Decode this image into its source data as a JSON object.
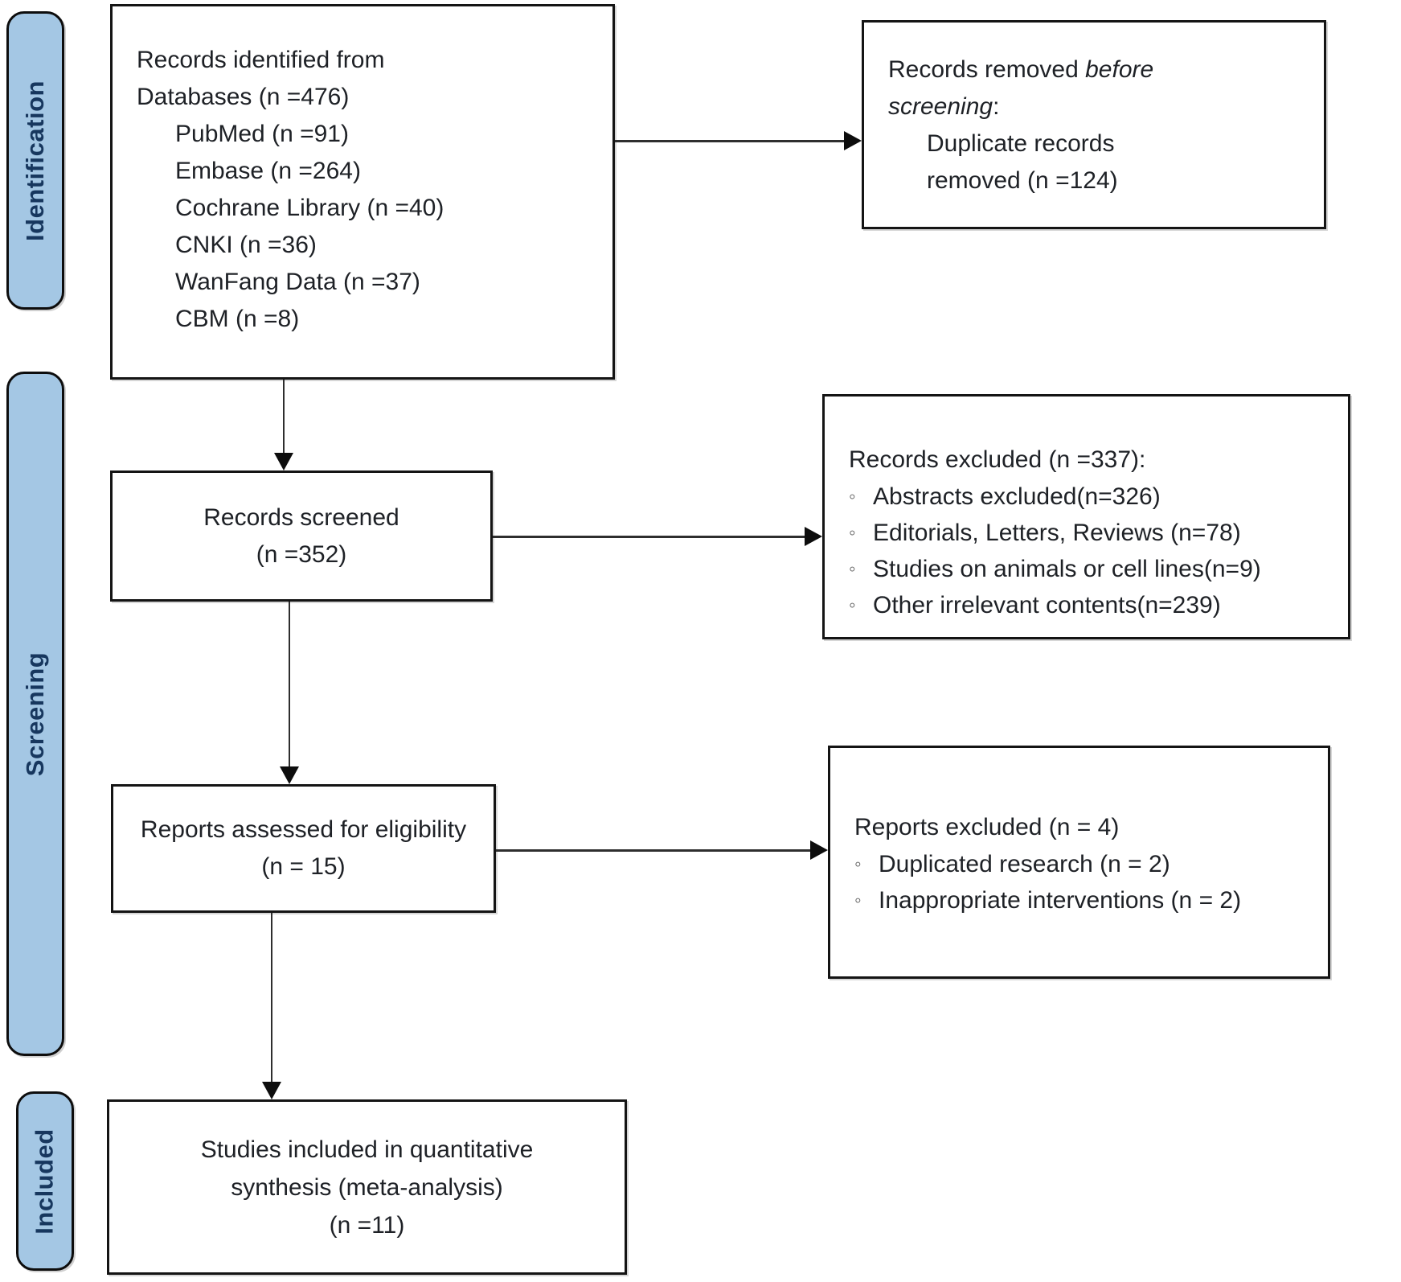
{
  "diagram": {
    "stages": {
      "identification": {
        "label": "Identification"
      },
      "screening": {
        "label": "Screening"
      },
      "included": {
        "label": "Included"
      }
    },
    "boxes": {
      "records_identified": {
        "line1": "Records identified from",
        "line2": "Databases (n =476)",
        "sources": [
          "PubMed (n =91)",
          "Embase (n =264)",
          "Cochrane Library (n =40)",
          "CNKI (n =36)",
          "WanFang Data (n =37)",
          "CBM (n =8)"
        ]
      },
      "records_removed": {
        "line1_normal": "Records removed ",
        "line1_italic": "before",
        "line2_italic": "screening",
        "line2_suffix": ":",
        "detail_line1": "Duplicate records",
        "detail_line2": "removed (n =124)"
      },
      "records_screened": {
        "line1": "Records screened",
        "line2": "(n =352)"
      },
      "records_excluded": {
        "title": "Records excluded (n =337):",
        "items": [
          "Abstracts excluded(n=326)",
          "Editorials, Letters, Reviews (n=78)",
          "Studies on animals or cell lines(n=9)",
          "Other irrelevant contents(n=239)"
        ]
      },
      "reports_assessed": {
        "line1": "Reports assessed for eligibility",
        "line2": "(n = 15)"
      },
      "reports_excluded": {
        "title": "Reports excluded (n = 4)",
        "items": [
          "Duplicated research (n = 2)",
          "Inappropriate interventions (n = 2)"
        ]
      },
      "studies_included": {
        "line1": "Studies included in quantitative",
        "line2": "synthesis (meta-analysis)",
        "line3": "(n =11)"
      }
    },
    "colors": {
      "stage_fill": "#A4C7E4",
      "stage_text": "#17375E",
      "border": "#141414"
    }
  }
}
